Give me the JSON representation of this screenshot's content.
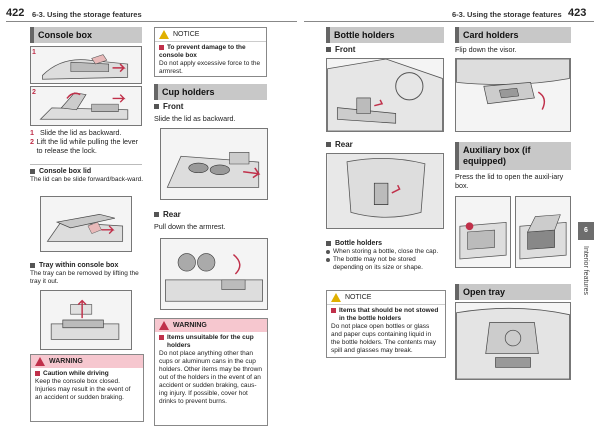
{
  "header": {
    "left_page": "422",
    "left_section": "6-3. Using the storage features",
    "right_section": "6-3. Using the storage features",
    "right_page": "423"
  },
  "console_box": {
    "title": "Console box",
    "fig1_label": "1",
    "fig2_label": "2",
    "steps": [
      {
        "num": "1",
        "text": "Slide the lid as backward."
      },
      {
        "num": "2",
        "text": "Lift the lid while pulling the lever to release the lock."
      }
    ],
    "lid_title": "Console box lid",
    "lid_text": "The lid can be slide forward/back-ward.",
    "tray_title": "Tray within console box",
    "tray_text": "The tray can be removed by lifting the tray it out.",
    "warning": {
      "head": "WARNING",
      "title": "Caution while driving",
      "text": "Keep the console box closed. Injuries may result in the event of an accident or sudden braking."
    }
  },
  "middle": {
    "notice": {
      "head": "NOTICE",
      "title": "To prevent damage to the console box",
      "text": "Do not apply excessive force to the armrest."
    },
    "cup_holders": {
      "title": "Cup holders",
      "front_label": "Front",
      "front_text": "Slide the lid as backward.",
      "rear_label": "Rear",
      "rear_text": "Pull down the armrest."
    },
    "warning": {
      "head": "WARNING",
      "title": "Items unsuitable for the cup holders",
      "text": "Do not place anything other than cups or aluminum cans in the cup holders. Other items may be thrown out of the holders in the event of an accident or sudden braking, caus-ing injury. If possible, cover hot drinks to prevent burns."
    }
  },
  "bottle_holders": {
    "title": "Bottle holders",
    "front_label": "Front",
    "rear_label": "Rear",
    "info_title": "Bottle holders",
    "bullets": [
      "When storing a bottle, close the cap.",
      "The bottle may not be stored depending on its size or shape."
    ],
    "notice": {
      "head": "NOTICE",
      "title": "Items that should be not stowed in the bottle holders",
      "text": "Do not place open bottles or glass and paper cups containing liquid in the bottle holders. The contents may spill and glasses may break."
    }
  },
  "card_holders": {
    "title": "Card holders",
    "text": "Flip down the visor."
  },
  "aux_box": {
    "title": "Auxiliary box (if equipped)",
    "text": "Press the lid to open the auxil-iary box."
  },
  "open_tray": {
    "title": "Open tray"
  },
  "side_tab": {
    "number": "6",
    "label": "Interior features"
  }
}
